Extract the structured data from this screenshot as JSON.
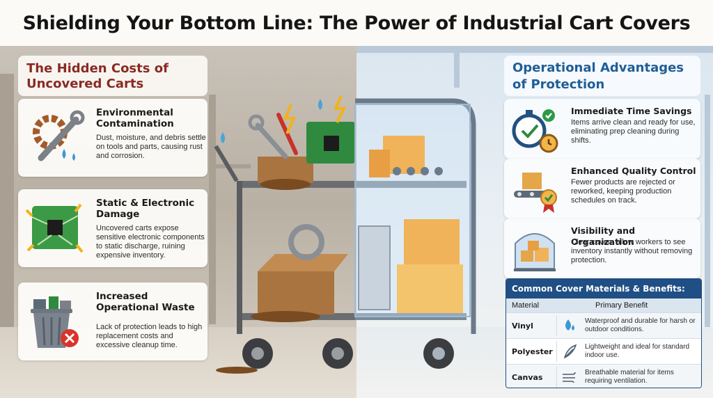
{
  "title": "Shielding Your Bottom Line: The Power of Industrial Cart Covers",
  "left": {
    "heading": "The Hidden Costs of Uncovered Carts",
    "cards": [
      {
        "icon": "wrench-gear-icon",
        "title": "Environmental Contamination",
        "desc": "Dust, moisture, and debris settle on tools and parts, causing rust and corrosion."
      },
      {
        "icon": "circuit-board-icon",
        "title": "Static & Electronic Damage",
        "desc": "Uncovered carts expose sensitive electronic components to static discharge, ruining expensive inventory."
      },
      {
        "icon": "trash-can-icon",
        "title": "Increased Operational Waste",
        "desc": "Lack of protection leads to high replacement costs and excessive cleanup time."
      }
    ]
  },
  "right": {
    "heading": "Operational Advantages of Protection",
    "cards": [
      {
        "icon": "stopwatch-icon",
        "title": "Immediate Time Savings",
        "desc": "Items arrive clean and ready for use, eliminating prep cleaning during shifts."
      },
      {
        "icon": "conveyor-quality-icon",
        "title": "Enhanced Quality Control",
        "desc": "Fewer products are rejected or reworked, keeping production schedules on track."
      },
      {
        "icon": "covered-boxes-icon",
        "title": "Visibility and Organization",
        "desc": "Clear covers allow workers to see inventory instantly without removing protection."
      }
    ]
  },
  "table": {
    "title": "Common Cover Materials & Benefits:",
    "col_material": "Material",
    "col_benefit": "Primary Benefit",
    "rows": [
      {
        "material": "Vinyl",
        "icon": "water-drop-icon",
        "benefit": "Waterproof and durable for harsh or outdoor conditions."
      },
      {
        "material": "Polyester",
        "icon": "feather-icon",
        "benefit": "Lightweight and ideal for standard indoor use."
      },
      {
        "material": "Canvas",
        "icon": "airflow-icon",
        "benefit": "Breathable material for items requiring ventilation."
      }
    ]
  },
  "colors": {
    "left_heading": "#8a2a22",
    "right_heading": "#1f5e97",
    "table_header": "#1f4f84",
    "warning_red": "#d9342b"
  }
}
